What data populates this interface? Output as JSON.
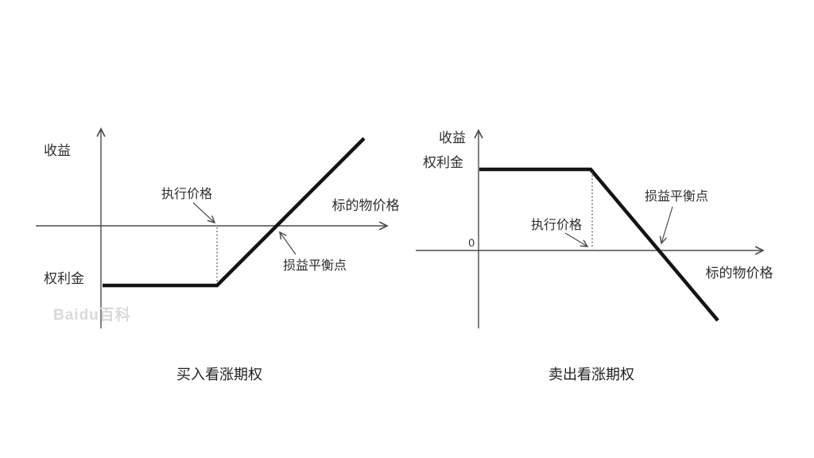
{
  "figure": {
    "watermark": "Baidu百科",
    "left_chart": {
      "name": "buy-call-option-payoff",
      "caption": "买入看涨期权",
      "y_axis_label": "收益",
      "x_axis_label": "标的物价格",
      "strike_label": "执行价格",
      "breakeven_label": "损益平衡点",
      "premium_label": "权利金"
    },
    "right_chart": {
      "name": "sell-call-option-payoff",
      "caption": "卖出看涨期权",
      "y_axis_label": "收益",
      "x_axis_label": "标的物价格",
      "strike_label": "执行价格",
      "breakeven_label": "损益平衡点",
      "premium_label": "权利金",
      "origin_label": "0"
    },
    "colors": {
      "axis": "#4b4b4b",
      "payoff_line": "#141414",
      "label_text": "#2e2e2e",
      "caption_text": "#1f1f1f",
      "watermark": "#d9d9d9",
      "background": "#ffffff"
    }
  }
}
